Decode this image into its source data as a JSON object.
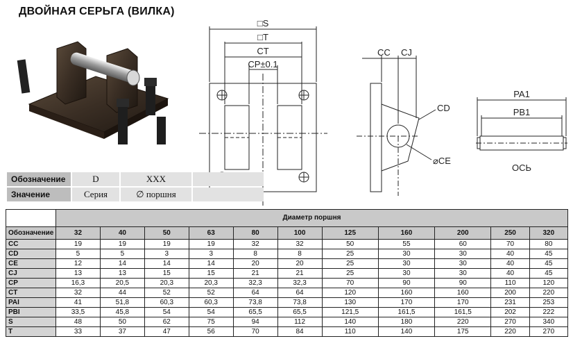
{
  "title": "ДВОЙНАЯ СЕРЬГА (ВИЛКА)",
  "drawing_labels": {
    "s": "□S",
    "t": "□T",
    "ct": "CT",
    "cp": "CP±0.1",
    "cc": "CC",
    "cj": "CJ",
    "cd": "CD",
    "ce": "⌀CE",
    "pa1": "PA1",
    "pb1": "PB1",
    "axis": "ОСЬ"
  },
  "code_table": {
    "rows": [
      {
        "label": "Обозначение",
        "c1": "D",
        "c2": "XXX",
        "c3": ""
      },
      {
        "label": "Значение",
        "c1": "Серия",
        "c2": "∅ поршня",
        "c3": ""
      }
    ]
  },
  "dims_table": {
    "group_header": "Диаметр поршня",
    "row_header": "Обозначение",
    "sizes": [
      "32",
      "40",
      "50",
      "63",
      "80",
      "100",
      "125",
      "160",
      "200",
      "250",
      "320"
    ],
    "rows": [
      {
        "label": "CC",
        "values": [
          "19",
          "19",
          "19",
          "19",
          "32",
          "32",
          "50",
          "55",
          "60",
          "70",
          "80"
        ]
      },
      {
        "label": "CD",
        "values": [
          "5",
          "5",
          "3",
          "3",
          "8",
          "8",
          "25",
          "30",
          "30",
          "40",
          "45"
        ]
      },
      {
        "label": "CE",
        "values": [
          "12",
          "14",
          "14",
          "14",
          "20",
          "20",
          "25",
          "30",
          "30",
          "40",
          "45"
        ]
      },
      {
        "label": "CJ",
        "values": [
          "13",
          "13",
          "15",
          "15",
          "21",
          "21",
          "25",
          "30",
          "30",
          "40",
          "45"
        ]
      },
      {
        "label": "CP",
        "values": [
          "16,3",
          "20,5",
          "20,3",
          "20,3",
          "32,3",
          "32,3",
          "70",
          "90",
          "90",
          "110",
          "120"
        ]
      },
      {
        "label": "CT",
        "values": [
          "32",
          "44",
          "52",
          "52",
          "64",
          "64",
          "120",
          "160",
          "160",
          "200",
          "220"
        ]
      },
      {
        "label": "PAI",
        "values": [
          "41",
          "51,8",
          "60,3",
          "60,3",
          "73,8",
          "73,8",
          "130",
          "170",
          "170",
          "231",
          "253"
        ]
      },
      {
        "label": "PBI",
        "values": [
          "33,5",
          "45,8",
          "54",
          "54",
          "65,5",
          "65,5",
          "121,5",
          "161,5",
          "161,5",
          "202",
          "222"
        ]
      },
      {
        "label": "S",
        "values": [
          "48",
          "50",
          "62",
          "75",
          "94",
          "112",
          "140",
          "180",
          "220",
          "270",
          "340"
        ]
      },
      {
        "label": "T",
        "values": [
          "33",
          "37",
          "47",
          "56",
          "70",
          "84",
          "110",
          "140",
          "175",
          "220",
          "270"
        ]
      }
    ]
  }
}
